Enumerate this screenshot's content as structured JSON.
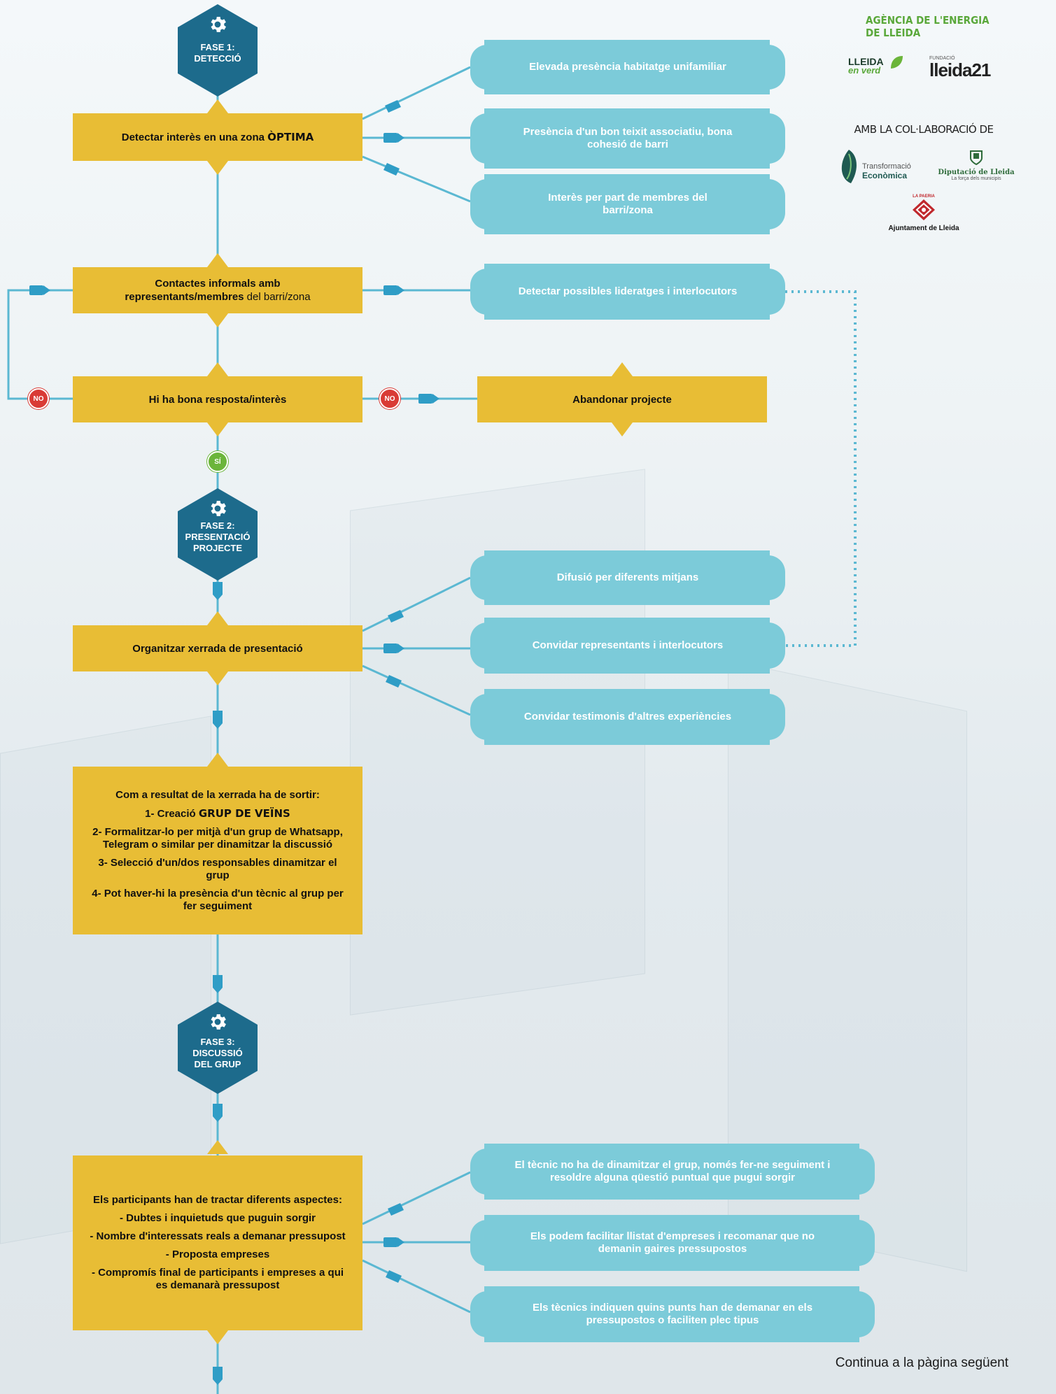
{
  "phases": {
    "phase1": "FASE 1:\nDETECCIÓ",
    "phase2": "FASE 2:\nPRESENTACIÓ\nPROJECTE",
    "phase3": "FASE 3:\nDISCUSSIÓ\nDEL GRUP"
  },
  "yellow": {
    "detect_pre": "Detectar interès en una zona ",
    "detect_bold": "ÒPTIMA",
    "contacts_l1": "Contactes informals amb",
    "contacts_bold": "representants/membres",
    "contacts_tail": " del barri/zona",
    "response": "Hi ha bona resposta/interès",
    "abandon": "Abandonar projecte",
    "organize": "Organitzar xerrada de presentació",
    "result": {
      "intro": "Com a resultat de la xerrada ha de sortir:",
      "item1_pre": "1- Creació ",
      "item1_bold": "GRUP DE VEÏNS",
      "item2": "2- Formalitzar-lo per mitjà d'un grup de Whatsapp, Telegram o similar per dinamitzar la discussió",
      "item3": "3- Selecció d'un/dos responsables dinamitzar el grup",
      "item4": "4- Pot haver-hi la presència d'un tècnic al grup per fer seguiment"
    },
    "participants": {
      "intro": "Els participants han de tractar diferents aspectes:",
      "item1": "- Dubtes i inquietuds que puguin sorgir",
      "item2": "- Nombre d'interessats reals a demanar pressupost",
      "item3": "- Proposta empreses",
      "item4": "- Compromís final de participants i empreses a qui es demanarà pressupost"
    }
  },
  "blue": {
    "b1": "Elevada presència habitatge unifamiliar",
    "b2": "Presència d'un bon teixit associatiu, bona cohesió de barri",
    "b3": "Interès per part de membres del barri/zona",
    "b4": "Detectar possibles lideratges i interlocutors",
    "b5": "Difusió per diferents mitjans",
    "b6": "Convidar representants i interlocutors",
    "b7": "Convidar testimonis d'altres experiències",
    "b8": "El tècnic no ha de dinamitzar el grup, només fer-ne seguiment i resoldre alguna qüestió puntual que pugui sorgir",
    "b9": "Els podem facilitar llistat d'empreses i recomanar que no demanin gaires pressupostos",
    "b10": "Els tècnics indiquen quins punts han de demanar en els pressupostos o faciliten plec tipus"
  },
  "badges": {
    "no": "NO",
    "si": "SÍ"
  },
  "logos": {
    "agency": "AGÈNCIA DE L'ENERGIA DE LLEIDA",
    "lleida_en_verd_1": "LLEIDA",
    "lleida_en_verd_2": "en verd",
    "fundacio": "FUNDACIÓ",
    "lleida21": "lleida21",
    "collab": "AMB LA COL·LABORACIÓ DE",
    "transformacio_1": "Transformació",
    "transformacio_2": "Econòmica",
    "diputacio": "Diputació de Lleida",
    "diputacio_tag": "La força dels municipis",
    "la_paeria": "LA PAERIA",
    "ajuntament": "Ajuntament de Lleida"
  },
  "footer": "Continua a la pàgina següent",
  "colors": {
    "yellow": "#e8bd35",
    "blue": "#7ccbd9",
    "navy": "#1d6b8c",
    "connector": "#5bb8d2",
    "no": "#d93b35",
    "si": "#6bb53a"
  }
}
